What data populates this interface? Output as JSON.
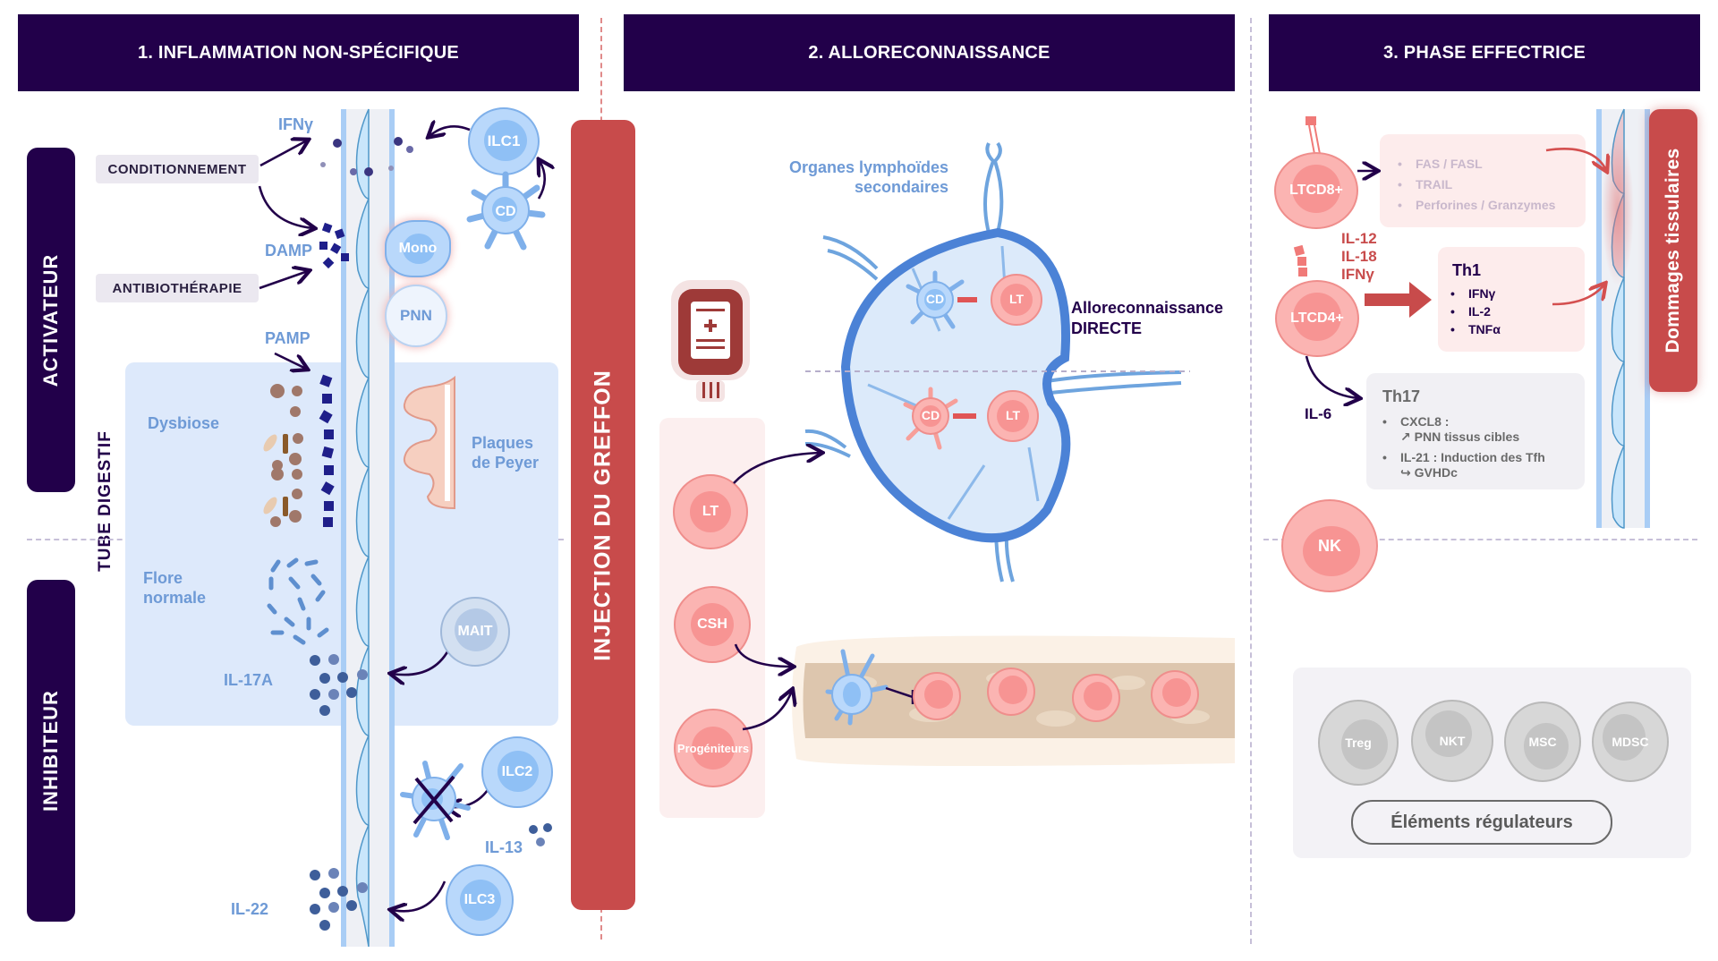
{
  "headers": {
    "phase1": "1. INFLAMMATION NON-SPÉCIFIQUE",
    "phase2": "2. ALLORECONNAISSANCE",
    "phase3": "3. PHASE EFFECTRICE"
  },
  "side_labels": {
    "activator": "ACTIVATEUR",
    "inhibitor": "INHIBITEUR",
    "gut": "TUBE DIGESTIF",
    "injection": "INJECTION DU GREFFON",
    "damage": "Dommages tissulaires"
  },
  "phase1": {
    "tags": {
      "conditioning": "CONDITIONNEMENT",
      "antibiotics": "ANTIBIOTHÉRAPIE"
    },
    "labels": {
      "ifng": "IFNγ",
      "damp": "DAMP",
      "pamp": "PAMP",
      "dysbiosis": "Dysbiose",
      "peyer": "Plaques de Peyer",
      "flora": "Flore normale",
      "il17a": "IL-17A",
      "il13": "IL-13",
      "il22": "IL-22"
    },
    "cells": {
      "ilc1": "ILC1",
      "cd": "CD",
      "mono": "Mono",
      "pnn": "PNN",
      "mait": "MAIT",
      "ilc2": "ILC2",
      "ilc3": "ILC3"
    }
  },
  "phase2": {
    "organ_label": "Organes lymphoïdes secondaires",
    "direct_label_1": "Alloreconnaissance",
    "direct_label_2": "DIRECTE",
    "node_cells": {
      "cd_top": "CD",
      "lt_top": "LT",
      "cd_bottom": "CD",
      "lt_bottom": "LT"
    },
    "graft_cells": [
      "LT",
      "CSH",
      "Progéniteurs"
    ]
  },
  "phase3": {
    "cd8": "LTCD8+",
    "cd4": "LTCD4+",
    "nk": "NK",
    "cd8_effectors": [
      "FAS / FASL",
      "TRAIL",
      "Perforines / Granzymes"
    ],
    "cytokines_in": [
      "IL-12",
      "IL-18",
      "IFNγ"
    ],
    "il6": "IL-6",
    "th1": {
      "title": "Th1",
      "items": [
        "IFNγ",
        "IL-2",
        "TNFα"
      ]
    },
    "th17": {
      "title": "Th17",
      "items": [
        {
          "line1": "CXCL8 :",
          "line2": "↗ PNN tissus cibles"
        },
        {
          "line1": "IL-21 : Induction des Tfh",
          "line2": "↪ GVHDc"
        }
      ]
    },
    "regulators": [
      "Treg",
      "NKT",
      "MSC",
      "MDSC"
    ],
    "regulators_label": "Éléments régulateurs"
  },
  "colors": {
    "header_bg": "#22004a",
    "injection_red": "#c84b4b",
    "blue_label": "#6e9ad6",
    "pink_cell": "#fbb4b2"
  }
}
